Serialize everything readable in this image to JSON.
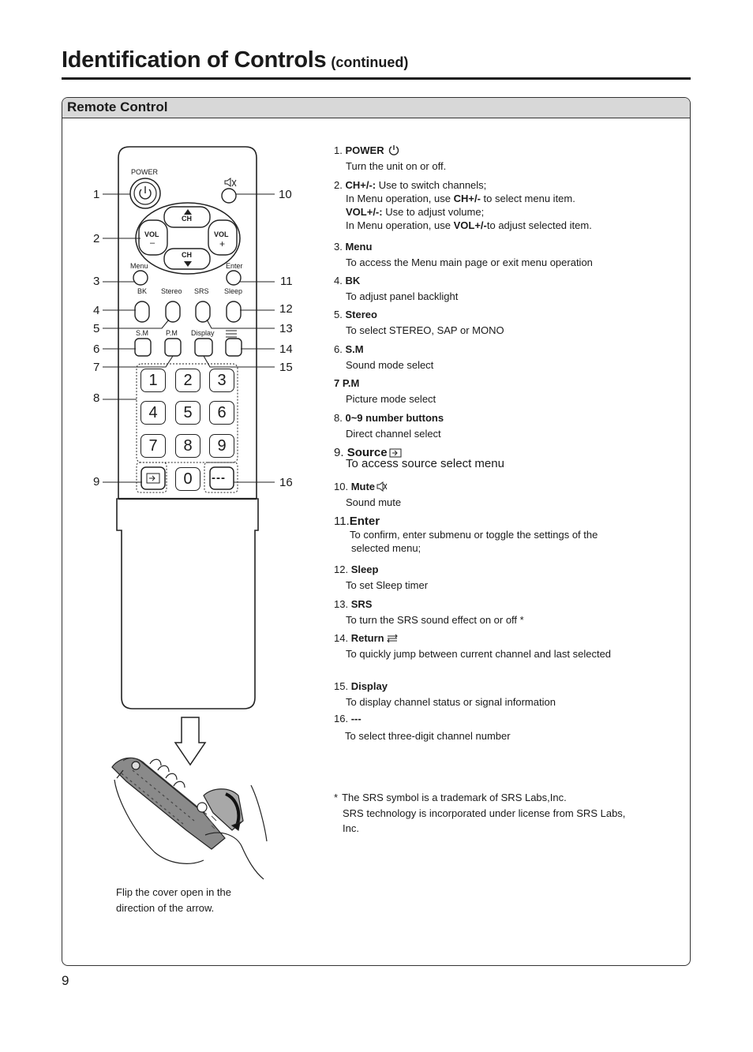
{
  "header": {
    "title": "Identification of Controls",
    "subtitle": "(continued)"
  },
  "section": {
    "title": "Remote Control"
  },
  "remote": {
    "labels": {
      "power": "POWER",
      "vol": "VOL",
      "ch": "CH",
      "minus": "–",
      "plus": "+",
      "menu": "Menu",
      "enter": "Enter",
      "bk": "BK",
      "stereo": "Stereo",
      "srs": "SRS",
      "sleep": "Sleep",
      "sm": "S.M",
      "pm": "P.M",
      "display": "Display",
      "dash": "---"
    },
    "digits": [
      "1",
      "2",
      "3",
      "4",
      "5",
      "6",
      "7",
      "8",
      "9",
      "0"
    ],
    "callouts_left": [
      "1",
      "2",
      "3",
      "4",
      "5",
      "6",
      "7",
      "8",
      "9"
    ],
    "callouts_right": [
      "10",
      "11",
      "12",
      "13",
      "14",
      "15",
      "16"
    ]
  },
  "items": [
    {
      "hd_num": "1",
      "hd_name": "POWER",
      "icon": "power-icon",
      "lines": [
        "Turn the unit on or off."
      ]
    },
    {
      "hd_num": "2",
      "hd_name": "CH+/-:",
      "hd_rest": " Use to switch channels;",
      "lines_rich": [
        {
          "a": "In Menu operation, use ",
          "b": "CH+/-",
          "c": " to select menu item."
        },
        {
          "a": "",
          "b": "VOL+/-:",
          "c": " Use to adjust volume;"
        },
        {
          "a": "In Menu operation, use ",
          "b": "VOL+/-",
          "c": "to adjust selected item."
        }
      ]
    },
    {
      "hd_num": "3",
      "hd_name": "Menu",
      "lines": [
        "To access the Menu main page or exit menu operation"
      ]
    },
    {
      "hd_num": "4",
      "hd_name": "BK",
      "lines": [
        "To adjust panel backlight"
      ]
    },
    {
      "hd_num": "5",
      "hd_name": "Stereo",
      "lines": [
        "To select STEREO, SAP or MONO"
      ]
    },
    {
      "hd_num": "6",
      "hd_name": "S.M",
      "lines": [
        "Sound mode select"
      ]
    },
    {
      "hd_num": "7",
      "hd_name": "P.M",
      "lines": [
        "Picture mode select"
      ]
    },
    {
      "hd_num": "8",
      "hd_name": "0~9 number buttons",
      "lines": [
        "Direct channel select"
      ]
    },
    {
      "hd_num": "9",
      "hd_name": "Source",
      "icon": "source-icon",
      "lines": [
        "To access source select menu"
      ]
    },
    {
      "hd_num": "10",
      "hd_name": "Mute",
      "icon": "mute-icon",
      "lines": [
        "Sound mute"
      ]
    },
    {
      "hd_num": "11",
      "hd_name": "Enter",
      "lines": [
        "To confirm, enter submenu or toggle the settings of the",
        "selected menu;"
      ]
    },
    {
      "hd_num": "12",
      "hd_name": "Sleep",
      "lines": [
        "To set Sleep timer"
      ]
    },
    {
      "hd_num": "13",
      "hd_name": "SRS",
      "lines": [
        "To turn the SRS sound effect on or off *"
      ]
    },
    {
      "hd_num": "14",
      "hd_name": "Return",
      "icon": "return-icon",
      "lines": [
        "To quickly jump between current channel and last selected"
      ]
    },
    {
      "hd_num": "15",
      "hd_name": "Display",
      "lines": [
        "To display channel status or signal information"
      ]
    },
    {
      "hd_num": "16",
      "hd_name": "---",
      "lines": [
        "To  select three-digit channel number"
      ]
    }
  ],
  "note": {
    "star": "*",
    "lines": [
      "The SRS symbol is a trademark of SRS Labs,Inc.",
      "SRS technology is incorporated under license from SRS Labs,",
      "Inc."
    ]
  },
  "caption": {
    "lines": [
      "Flip the cover open in the",
      "direction of the arrow."
    ]
  },
  "page_number": "9"
}
